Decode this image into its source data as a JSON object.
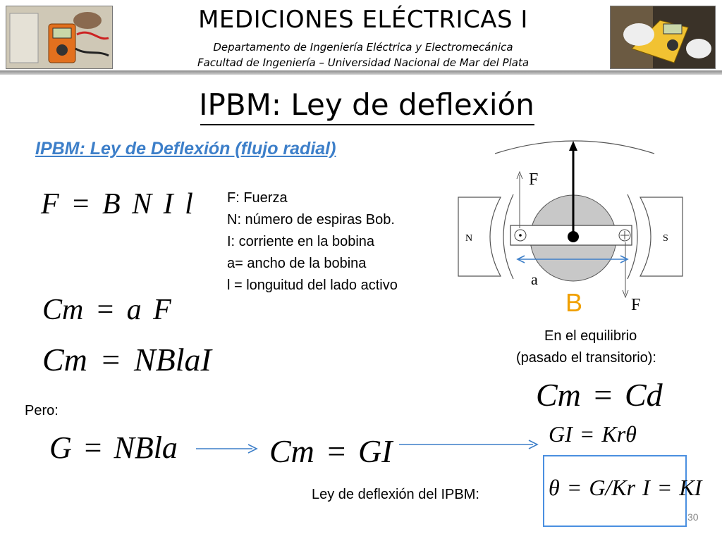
{
  "header": {
    "title": "MEDICIONES ELÉCTRICAS I",
    "dept": "Departamento de Ingeniería Eléctrica y Electromecánica",
    "faculty": "Facultad de Ingeniería – Universidad Nacional de Mar del Plata"
  },
  "slide": {
    "title": "IPBM: Ley de deflexión",
    "section_title": "IPBM: Ley de Deflexión (flujo radial)",
    "page_number": "30"
  },
  "equations": {
    "force": "F = B N I l",
    "cm_af": "Cm = a F",
    "cm_nblai": "Cm = NBlaI",
    "g": "G = NBla",
    "cm_gi": "Cm = GI",
    "cm_cd": "Cm = Cd",
    "gi_kr": "GI = Krθ",
    "theta": "θ = G/Kr I = KI"
  },
  "definitions": [
    "F: Fuerza",
    "N: número de espiras Bob.",
    "I: corriente en la bobina",
    "a= ancho de la bobina",
    "l = longuitud del lado activo"
  ],
  "labels": {
    "pero": "Pero:",
    "equilibrio_1": "En el equilibrio",
    "equilibrio_2": "(pasado el transitorio):",
    "ley": "Ley de deflexión del IPBM:"
  },
  "diagram": {
    "f_top": "F",
    "f_bottom": "F",
    "n": "N",
    "s": "S",
    "a": "a",
    "b": "B"
  },
  "colors": {
    "accent": "#3d7fc9",
    "arrow": "#3d7fc9",
    "box_border": "#4a8fe0",
    "b_label": "#f0a000"
  },
  "images": {
    "left_photo": "multimeter-photo",
    "right_photo": "multimeter-photo"
  }
}
